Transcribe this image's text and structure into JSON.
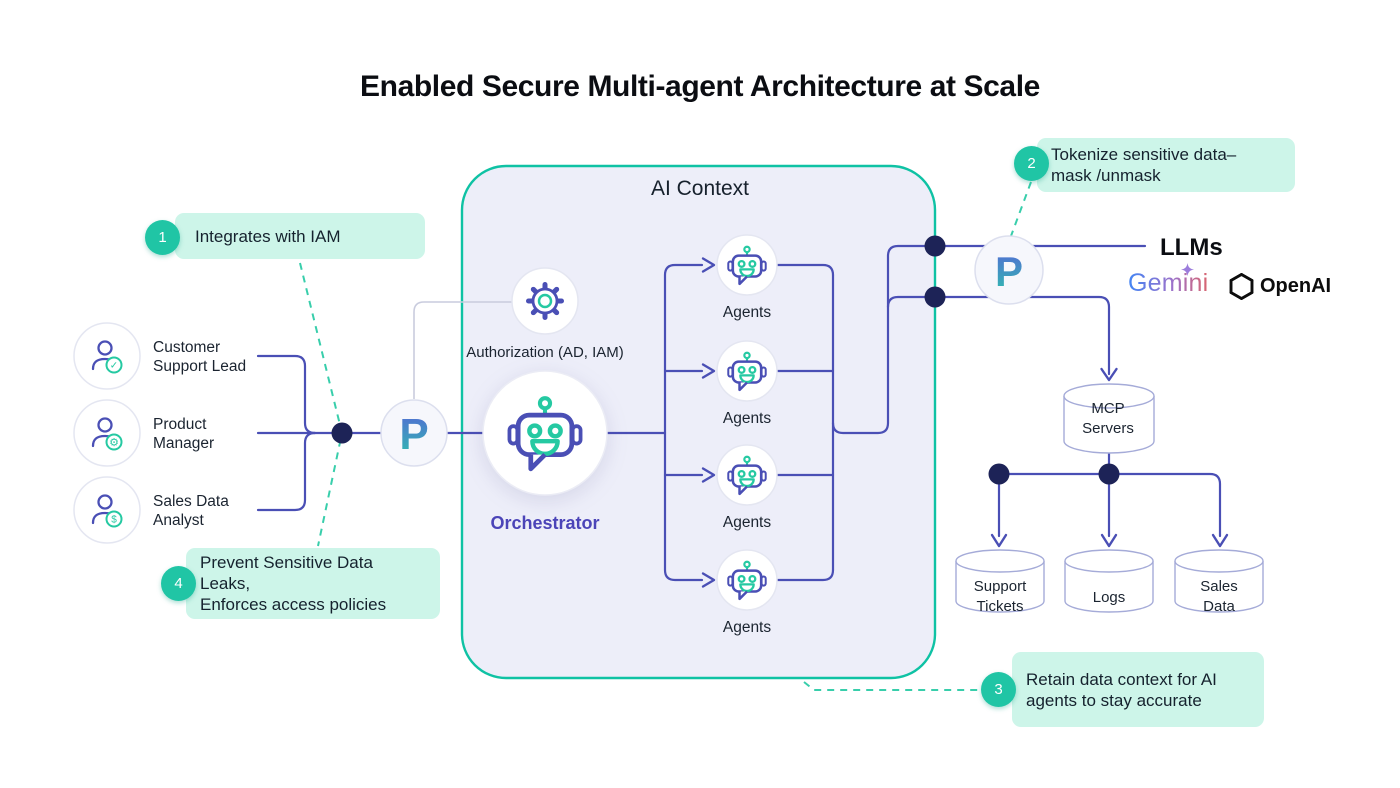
{
  "title": "Enabled Secure Multi-agent Architecture at Scale",
  "callouts": [
    {
      "number": "1",
      "text": "Integrates with IAM"
    },
    {
      "number": "2",
      "text": "Tokenize sensitive data–\nmask /unmask"
    },
    {
      "number": "3",
      "text": "Retain data context for AI\nagents to stay accurate"
    },
    {
      "number": "4",
      "text": "Prevent Sensitive Data Leaks,\nEnforces access policies"
    }
  ],
  "users": [
    {
      "label": "Customer\nSupport Lead",
      "icon": "user-check-icon",
      "badge_glyph": "✓"
    },
    {
      "label": "Product\nManager",
      "icon": "user-gear-icon",
      "badge_glyph": "⚙"
    },
    {
      "label": "Sales Data\nAnalyst",
      "icon": "user-dollar-icon",
      "badge_glyph": "$"
    }
  ],
  "ai_context": {
    "title": "AI Context",
    "authorization_label": "Authorization (AD, IAM)",
    "orchestrator_label": "Orchestrator",
    "agents": [
      "Agents",
      "Agents",
      "Agents",
      "Agents"
    ]
  },
  "llms": {
    "title": "LLMs",
    "gemini_label": "Gemini",
    "openai_label": "OpenAI"
  },
  "vendor_logo_letter": "P",
  "storage": {
    "mcp": "MCP\nServers",
    "support": "Support\nTickets",
    "logs": "Logs",
    "sales": "Sales\nData"
  },
  "colors": {
    "teal_accent": "#0FC2A4",
    "mint_bg": "#CDF5E9",
    "badge_teal": "#20C5A5",
    "indigo_line": "#4A4FB5",
    "navy_dot": "#1D2357",
    "lavender_bg": "#EDEEF9",
    "text_dark": "#1B2430",
    "orchestrator_text": "#4B44B8"
  }
}
